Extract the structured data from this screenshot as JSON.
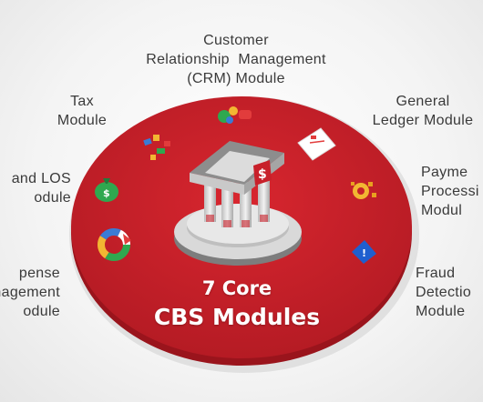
{
  "labels": {
    "crm": [
      "Customer",
      "Relationship  Management",
      "(CRM) Module"
    ],
    "tax": [
      "Tax",
      "Module"
    ],
    "gl": [
      "General",
      "Ledger Module"
    ],
    "los": [
      "and LOS",
      "odule"
    ],
    "payment": [
      "Payme",
      "Processi",
      "Modul"
    ],
    "expense": [
      "pense",
      "nagement",
      "odule"
    ],
    "fraud": [
      "Fraud",
      "Detectio",
      "Module"
    ]
  },
  "center": {
    "line1": "7 Core",
    "line2": "CBS Modules"
  },
  "colors": {
    "disc": "#c8202a",
    "disc_edge": "#9a141c",
    "text": "#3a3a3a",
    "white": "#ffffff"
  },
  "icons": [
    "crm-chart-icon",
    "tax-puzzle-icon",
    "ledger-document-icon",
    "loan-money-bag-icon",
    "payment-gear-icon",
    "expense-donut-chart-icon",
    "fraud-alert-icon",
    "bank-building-icon"
  ]
}
